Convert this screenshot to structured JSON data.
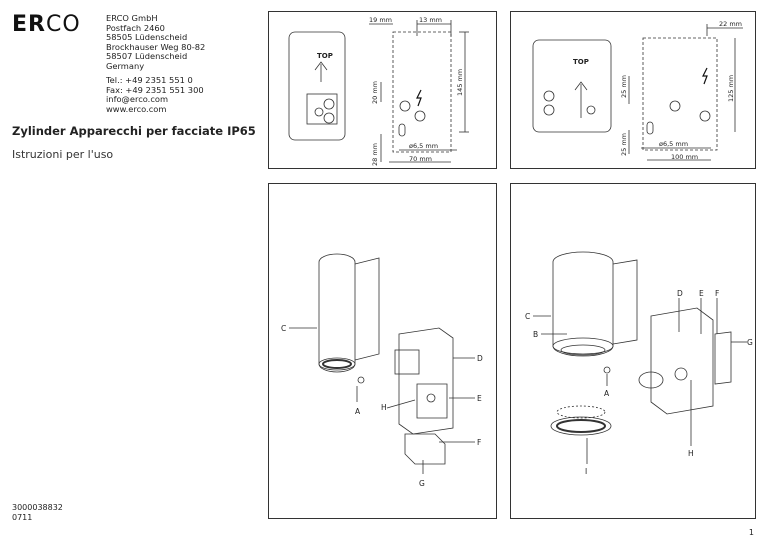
{
  "brand": {
    "logo_bold": "ER",
    "logo_thin": "CO"
  },
  "address": [
    "ERCO GmbH",
    "Postfach 2460",
    "58505 Lüdenscheid",
    "Brockhauser Weg 80-82",
    "58507 Lüdenscheid",
    "Germany"
  ],
  "contact": [
    "Tel.: +49 2351 551 0",
    "Fax: +49 2351 551 300",
    "info@erco.com",
    "www.erco.com"
  ],
  "title": "Zylinder Apparecchi per facciate IP65",
  "subtitle": "Istruzioni per l'uso",
  "doc_code": [
    "3000038832",
    "0711"
  ],
  "page_number": "1",
  "diagram1": {
    "top_label": "TOP",
    "dims": {
      "d19": "19 mm",
      "d13": "13 mm",
      "d20": "20 mm",
      "d145": "145 mm",
      "d28": "28 mm",
      "hole": "ø6,5 mm",
      "d70": "70 mm"
    }
  },
  "diagram2": {
    "top_label": "TOP",
    "dims": {
      "d22": "22 mm",
      "d25a": "25 mm",
      "d125": "125 mm",
      "d25b": "25 mm",
      "hole": "ø6,5 mm",
      "d100": "100 mm"
    }
  },
  "diagram3": {
    "labels": {
      "C": "C",
      "D": "D",
      "E": "E",
      "A": "A",
      "H": "H",
      "F": "F",
      "G": "G"
    }
  },
  "diagram4": {
    "labels": {
      "D": "D",
      "E": "E",
      "F": "F",
      "C": "C",
      "B": "B",
      "G": "G",
      "A": "A",
      "H": "H",
      "I": "I"
    }
  }
}
